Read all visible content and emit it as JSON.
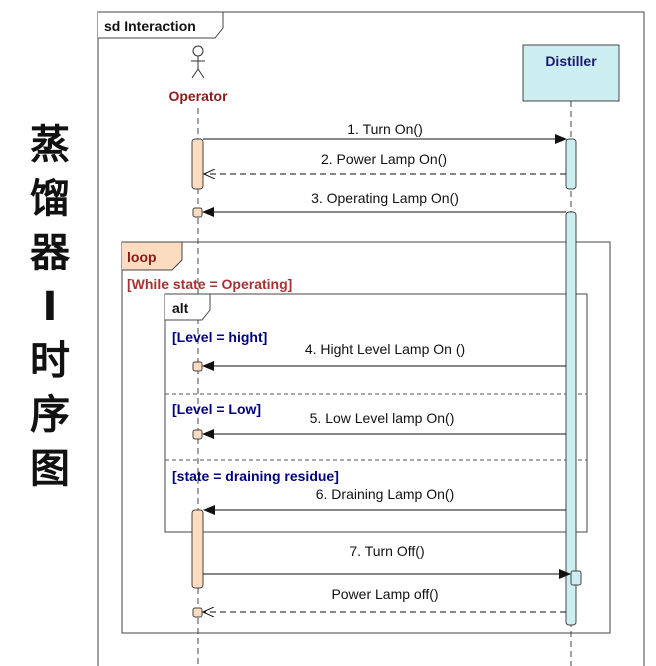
{
  "side_title": [
    "蒸",
    "馏",
    "器",
    "I",
    "时",
    "序",
    "图"
  ],
  "frame_title": "sd Interaction",
  "lifelines": {
    "operator": "Operator",
    "distiller": "Distiller"
  },
  "messages": {
    "m1": "1. Turn On()",
    "m2": "2. Power Lamp On()",
    "m3": "3. Operating Lamp On()",
    "m4": "4. Hight Level Lamp On ()",
    "m5": "5. Low Level lamp On()",
    "m6": "6. Draining Lamp On()",
    "m7": "7. Turn Off()",
    "m8": "Power Lamp off()"
  },
  "fragments": {
    "loop_label": "loop",
    "loop_guard": "[While state = Operating]",
    "alt_label": "alt",
    "guard1": "[Level = hight]",
    "guard2": "[Level = Low]",
    "guard3": "[state = draining residue]"
  },
  "colors": {
    "operator_name": "#8b1a1a",
    "guard_blue": "#00007f",
    "loop_red": "#a83232",
    "distiller_fill": "#cdeef0",
    "activation_orange": "#fbdcc0"
  }
}
